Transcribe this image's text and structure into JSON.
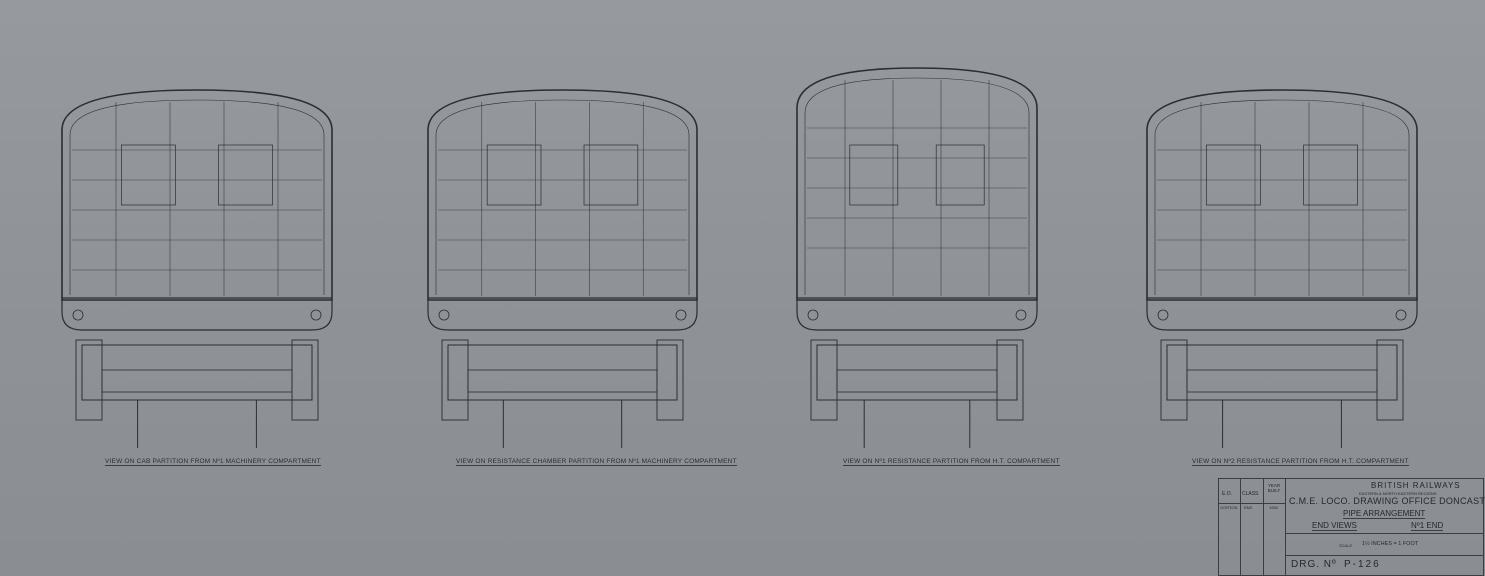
{
  "views": [
    {
      "caption": "VIEW ON CAB PARTITION FROM Nº1 MACHINERY COMPARTMENT"
    },
    {
      "caption": "VIEW ON RESISTANCE CHAMBER PARTITION FROM Nº1 MACHINERY COMPARTMENT"
    },
    {
      "caption": "VIEW ON Nº1 RESISTANCE PARTITION FROM H.T. COMPARTMENT"
    },
    {
      "caption": "VIEW ON Nº2 RESISTANCE PARTITION FROM H.T. COMPARTMENT"
    }
  ],
  "title_block": {
    "col_headers": [
      "E.O.",
      "CLASS",
      "YEAR BUILT"
    ],
    "col_values": [
      "GORTON",
      "EM2",
      "1950"
    ],
    "organisation": "BRITISH RAILWAYS",
    "region": "EASTERN & NORTH EASTERN REGIONS",
    "office": "C.M.E. LOCO. DRAWING OFFICE DONCASTER",
    "title": "PIPE ARRANGEMENT",
    "subtitle_left": "END VIEWS",
    "subtitle_right": "Nº1 END",
    "scale_label": "SCALE",
    "scale": "1½ INCHES = 1 FOOT",
    "drawing_number_label": "DRG. Nº",
    "drawing_number": "P-126"
  },
  "colors": {
    "paper": "#8f9397",
    "ink": "#2a2e33"
  }
}
